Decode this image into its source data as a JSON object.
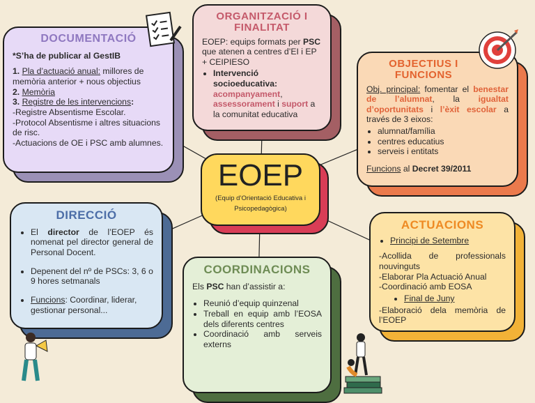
{
  "center": {
    "title": "EOEP",
    "subtitle": "(Equip d’Orientació Educativa i Psicopedagògica)"
  },
  "documentacio": {
    "title": "DOCUMENTACIÓ",
    "note": "*S’ha de publicar al GestIB",
    "item1_num": "1.",
    "item1_label": "Pla d’actuació anual:",
    "item1_text": " millores de memòria anterior + nous objectius",
    "item2_num": "2.",
    "item2_label": "Memòria",
    "item3_num": "3.",
    "item3_label": "Registre de les intervencions",
    "item3_colon": ":",
    "sub": [
      "-Registre Absentisme Escolar.",
      "-Protocol Absentisme i altres situacions de risc.",
      "-Actuacions de OE i PSC amb alumnes."
    ]
  },
  "organitzacio": {
    "title": "ORGANITZACIÓ I FINALITAT",
    "intro_a": "EOEP: equips formats per ",
    "intro_psc": "PSC",
    "intro_b": " que atenen a centres d’EI i EP + CEIPIESO",
    "bullet_label": "Intervenció socioeducativa:",
    "hl1": "acompanyament",
    "comma": ", ",
    "hl2": "assessorament",
    "i": " i ",
    "hl3": "suport",
    "tail": " a la comunitat educativa"
  },
  "objectius": {
    "title": "OBJECTIUS I FUNCIONS",
    "obj_label": "Obj. principal:",
    "obj_a": " fomentar el ",
    "hl1": "benestar de l’alumnat",
    "sep1": ", la ",
    "hl2": "igualtat d’oportunitats",
    "sep2": " i ",
    "hl3": "l’èxit escolar",
    "obj_b": " a través de 3 eixos:",
    "axes": [
      "alumnat/família",
      "centres educatius",
      "serveis i entitats"
    ],
    "func_label": "Funcions",
    "func_mid": " al ",
    "func_decree": "Decret 39/2011"
  },
  "direccio": {
    "title": "DIRECCIÓ",
    "b1_a": "El ",
    "b1_bold": "director",
    "b1_b": " de l’EOEP és nomenat pel director general de Personal Docent.",
    "b2": "Depenent del nº de PSCs: 3, 6 o 9 hores setmanals",
    "b3_label": "Funcions",
    "b3_text": ": Coordinar, liderar, gestionar personal..."
  },
  "coordinacions": {
    "title": "COORDINACIONS",
    "intro_a": "Els ",
    "intro_psc": "PSC",
    "intro_b": " han d’assistir a:",
    "items": [
      "Reunió d’equip quinzenal",
      "Treball en equip amb l’EOSA dels diferents centres",
      "Coordinació amb serveis externs"
    ]
  },
  "actuacions": {
    "title": "ACTUACIONS",
    "sep_label": "Principi de Setembre",
    "sep_items": [
      "-Acollida de professionals nouvinguts",
      "-Elaborar Pla Actuació Anual",
      "-Coordinació amb EOSA"
    ],
    "jun_label": "Final de Juny",
    "jun_items": [
      "-Elaboració dela memòria de l’EOEP"
    ]
  },
  "colors": {
    "background": "#f4ebd8",
    "center": "#ffd85d",
    "accent": "#e0633a"
  }
}
